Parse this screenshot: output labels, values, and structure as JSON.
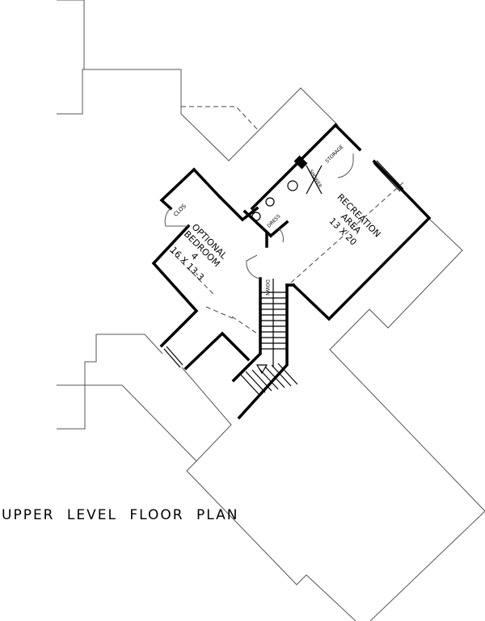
{
  "title": "UPPER LEVEL FLOOR PLAN",
  "rooms": {
    "bedroom": {
      "line1": "OPTIONAL",
      "line2": "BEDROOM",
      "line3": "4",
      "size": "16 X 13-3"
    },
    "recreation": {
      "line1": "RECREATION",
      "line2": "AREA",
      "size": "13 X 20"
    },
    "closet": "CLOS",
    "dress": "DRESS",
    "shower": "SHOWER",
    "storage": "STORAGE",
    "stairs": "DOWN"
  }
}
